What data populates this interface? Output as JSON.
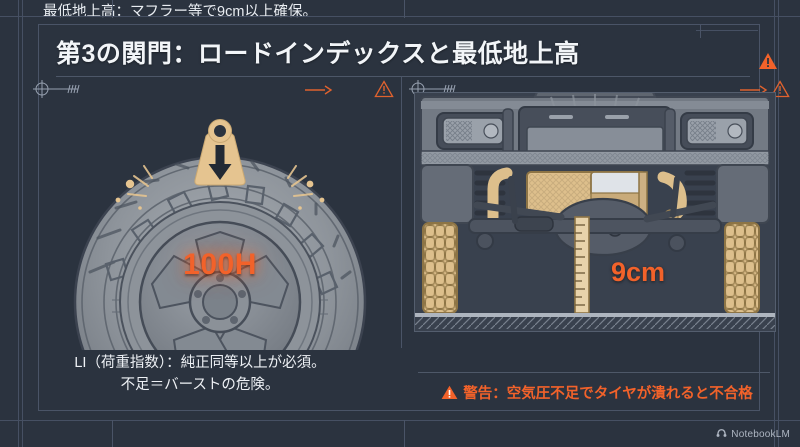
{
  "slide": {
    "title": "第3の関門：ロードインデックスと最低地上高",
    "background_color": "#2b333f",
    "accent_color": "#f2622a",
    "tan_color": "#e5c490",
    "frame_color": "#4a5467"
  },
  "left_panel": {
    "badge_label": "100H",
    "icon_weight": "weight-icon",
    "caption_line1": "LI（荷重指数）：純正同等以上が必須。",
    "caption_line2": "不足＝バーストの危険。"
  },
  "right_panel": {
    "measurement_label": "9cm",
    "caption": "最低地上高：マフラー等で9cm以上確保。",
    "warning": "警告：空気圧不足でタイヤが潰れると不合格"
  },
  "decorations": {
    "datum_marker": "crosshair-datum-icon",
    "warning_triangle": "warning-triangle-icon",
    "arrow_marker": "arrow-right-icon"
  },
  "watermark": {
    "label": "NotebookLM",
    "icon": "notebooklm-logo-icon"
  }
}
